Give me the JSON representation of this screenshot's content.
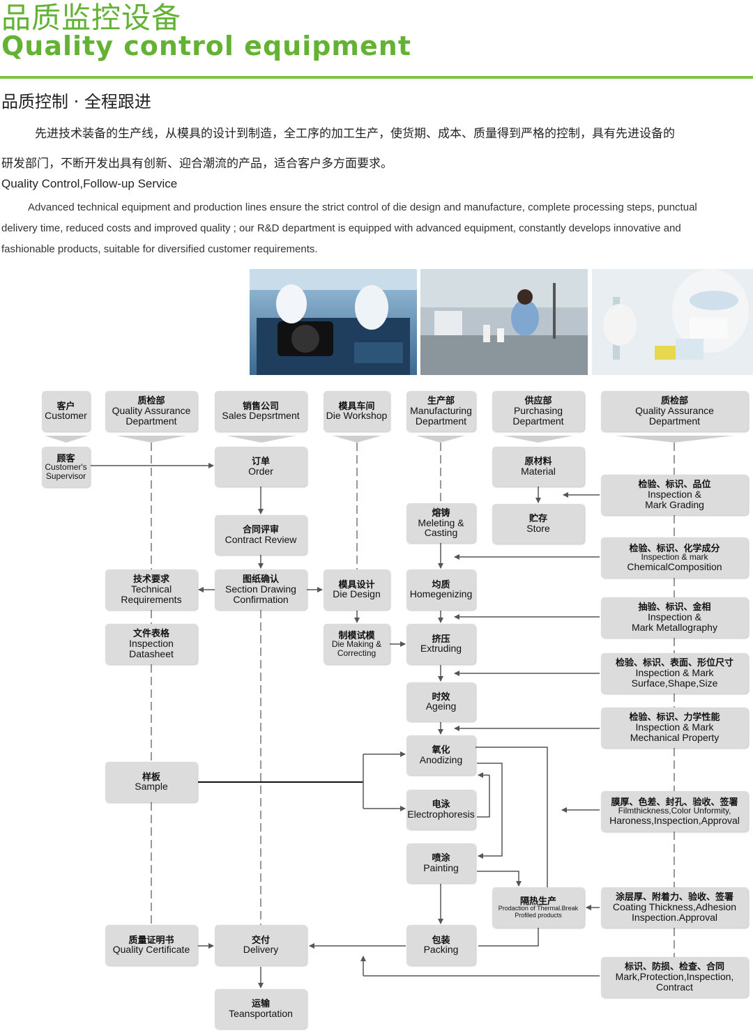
{
  "header": {
    "title_cn": "品质监控设备",
    "title_en": "Quality control equipment",
    "subtitle_cn": "品质控制 · 全程跟进",
    "paragraph_cn_line1": "先进技术装备的生产线，从模具的设计到制造，全工序的加工生产，使货期、成本、质量得到严格的控制，具有先进设备的",
    "paragraph_cn_line2": "研发部门，不断开发出具有创新、迎合潮流的产品，适合客户多方面要求。",
    "subtitle_en": "Quality Control,Follow-up Service",
    "paragraph_en_line1": "Advanced technical equipment and production lines ensure the strict control of die design and manufacture,  complete processing steps,  punctual",
    "paragraph_en_line2": "delivery time,  reduced costs and improved quality ; our R&D department is equipped with advanced equipment,  constantly develops innovative and",
    "paragraph_en_line3": "fashionable products,  suitable for diversified customer requirements."
  },
  "colors": {
    "accent_green": "#63b234",
    "box_gray": "#dcdcdc",
    "line_gray": "#666666"
  },
  "photos": [
    "lab-workers-photo",
    "laboratory-photo",
    "scientist-pipette-photo"
  ],
  "flow": {
    "headers": {
      "customer": {
        "cn": "客户",
        "en": "Customer"
      },
      "qa_left": {
        "cn": "质检部",
        "en1": "Quality Assurance",
        "en2": "Department"
      },
      "sales": {
        "cn": "销售公司",
        "en": "Sales Depsrtment"
      },
      "die_workshop": {
        "cn": "模具车间",
        "en": "Die Workshop"
      },
      "manufacturing": {
        "cn": "生产部",
        "en1": "Manufacturing",
        "en2": "Department"
      },
      "purchasing": {
        "cn": "供应部",
        "en1": "Purchasing",
        "en2": "Department"
      },
      "qa_right": {
        "cn": "质检部",
        "en1": "Quality Assurance",
        "en2": "Department"
      }
    },
    "nodes": {
      "customer_supervisor": {
        "cn": "顾客",
        "en1": "Customer's",
        "en2": "Supervisor"
      },
      "order": {
        "cn": "订单",
        "en": "Order"
      },
      "contract_review": {
        "cn": "合同评审",
        "en": "Contract Review"
      },
      "technical_requirements": {
        "cn": "技术要求",
        "en1": "Technical",
        "en2": "Requirements"
      },
      "section_drawing": {
        "cn": "图纸确认",
        "en1": "Section Drawing",
        "en2": "Confirmation"
      },
      "die_design": {
        "cn": "模具设计",
        "en": "Die Design"
      },
      "inspection_datasheet": {
        "cn": "文件表格",
        "en1": "Inspection",
        "en2": "Datasheet"
      },
      "die_making": {
        "cn": "制模试模",
        "en1": "Die Making &",
        "en2": "Correcting"
      },
      "raw_material": {
        "cn": "原材料",
        "en": "Material"
      },
      "store": {
        "cn": "贮存",
        "en": "Store"
      },
      "melting_casting": {
        "cn": "熔铸",
        "en1": "Meleting &",
        "en2": "Casting"
      },
      "homogenizing": {
        "cn": "均质",
        "en": "Homegenizing"
      },
      "extruding": {
        "cn": "挤压",
        "en": "Extruding"
      },
      "ageing": {
        "cn": "时效",
        "en": "Ageing"
      },
      "anodizing": {
        "cn": "氧化",
        "en": "Anodizing"
      },
      "electrophoresis": {
        "cn": "电泳",
        "en": "Electrophoresis"
      },
      "painting": {
        "cn": "喷涂",
        "en": "Painting"
      },
      "thermal_break": {
        "cn": "隔热生产",
        "en1": "Prodaction of Thermal.Break",
        "en2": "Profiled products"
      },
      "packing": {
        "cn": "包装",
        "en": "Packing"
      },
      "sample": {
        "cn": "样板",
        "en": "Sample"
      },
      "quality_certificate": {
        "cn": "质量证明书",
        "en": "Quality Certificate"
      },
      "delivery": {
        "cn": "交付",
        "en": "Delivery"
      },
      "transportation": {
        "cn": "运输",
        "en": "Teansportation"
      },
      "qc1": {
        "cn": "检验、标识、品位",
        "en1": "Inspection &",
        "en2": "Mark Grading"
      },
      "qc2": {
        "cn": "检验、标识、化学成分",
        "en1": "Inspection & mark",
        "en2": "ChemicalComposition"
      },
      "qc3": {
        "cn": "抽验、标识、金相",
        "en1": "Inspection &",
        "en2": "Mark Metallography"
      },
      "qc4": {
        "cn": "检验、标识、表面、形位尺寸",
        "en1": "Inspection & Mark",
        "en2": "Surface,Shape,Size"
      },
      "qc5": {
        "cn": "检验、标识、力学性能",
        "en1": "Inspection & Mark",
        "en2": "Mechanical Property"
      },
      "qc6": {
        "cn": "膜厚、色差、封孔、验收、签署",
        "en1": "Filmthickness,Color Unformity,",
        "en2": "Haroness,Inspection,Approval"
      },
      "qc7": {
        "cn": "涂层厚、附着力、验收、签署",
        "en1": "Coating Thickness,Adhesion",
        "en2": "Inspection.Approval"
      },
      "qc8": {
        "cn": "标识、防损、检查、合同",
        "en1": "Mark,Protection,Inspection,",
        "en2": "Contract"
      }
    }
  }
}
